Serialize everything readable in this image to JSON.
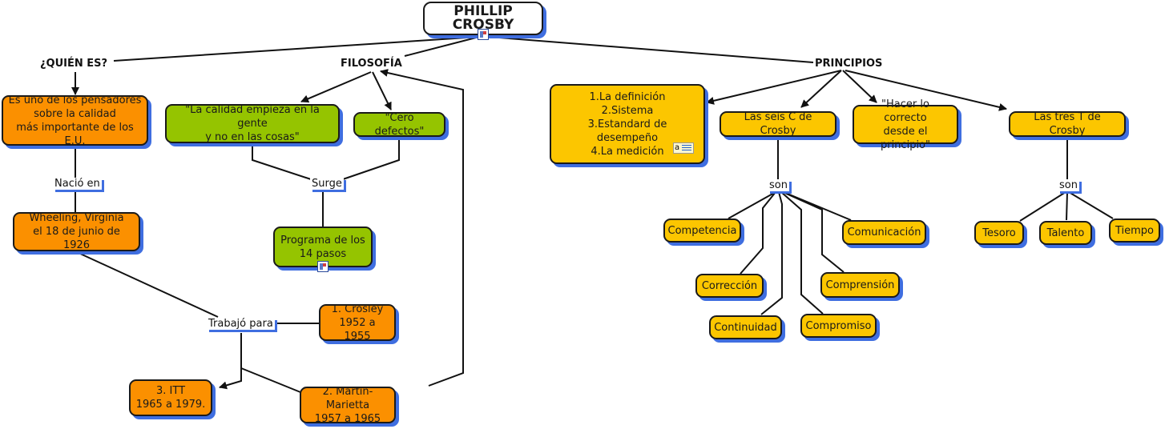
{
  "title": "PHILLIP CROSBY",
  "headings": {
    "who": "¿QUIÉN ES?",
    "philosophy": "FILOSOFÍA",
    "principles": "PRINCIPIOS"
  },
  "who": {
    "description": "Es uno de los pensadores\nsobre la calidad\nmás importante de los E.U.",
    "born_label": "Nació en",
    "birthplace": "Wheeling, Virginia\nel 18 de junio de 1926",
    "worked_label": "Trabajó para",
    "employers": [
      {
        "text": "1. Crosley\n1952 a 1955"
      },
      {
        "text": "2. Martin-Marietta\n1957 a 1965"
      },
      {
        "text": "3. ITT\n1965 a 1979."
      }
    ]
  },
  "philosophy": {
    "quote1": "\"La calidad empieza en la gente\ny no en las cosas\"",
    "quote2": "\"Cero defectos\"",
    "arises_label": "Surge",
    "program": "Programa de los\n14 pasos"
  },
  "principles": {
    "list": "1.La definición\n2.Sistema\n3.Estandard de desempeño\n4.La medición",
    "six_c": "Las seis C de Crosby",
    "do_right": "\"Hacer lo correcto\ndesde el principio\"",
    "three_t": "Las tres T de Crosby",
    "are_label": "son",
    "six_c_items": [
      "Competencia",
      "Corrección",
      "Continuidad",
      "Compromiso",
      "Comprensión",
      "Comunicación"
    ],
    "three_t_items": [
      "Tesoro",
      "Talento",
      "Tiempo"
    ]
  },
  "icons": {
    "resource": "document-icon",
    "note": "annotation-icon"
  },
  "colors": {
    "who_nodes": "#fb9000",
    "philosophy_nodes": "#95c400",
    "principles_nodes": "#fcc600",
    "shadow": "#3f6ee0"
  }
}
